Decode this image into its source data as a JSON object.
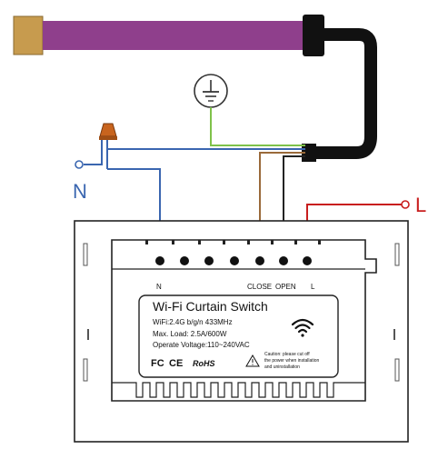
{
  "terminal_labels": {
    "neutral_side": "N",
    "line_side": "L"
  },
  "switch_terminals": {
    "n": "N",
    "close": "CLOSE",
    "open": "OPEN",
    "l": "L"
  },
  "label_plate": {
    "title": "Wi-Fi Curtain Switch",
    "specs": [
      "WiFi:2.4G b/g/n 433MHz",
      "Max. Load: 2.5A/600W",
      "Operate Voltage:110~240VAC"
    ],
    "caution_lines": [
      "Caution: please cut off",
      "the power when installation",
      "and uninstallation"
    ],
    "fcc_mark": "FC",
    "ce_mark": "CE",
    "rohs_mark": "RoHS"
  },
  "colors": {
    "motor_tube": "#8f3f8c",
    "motor_cap": "#c79b4e",
    "neutral_wire": "#3a66b0",
    "earth_wire": "#7fc24a",
    "close_wire": "#9a6a3a",
    "open_wire": "#222222",
    "line_wire": "#c81e1e",
    "cable": "#111111",
    "device_outline": "#222222"
  }
}
